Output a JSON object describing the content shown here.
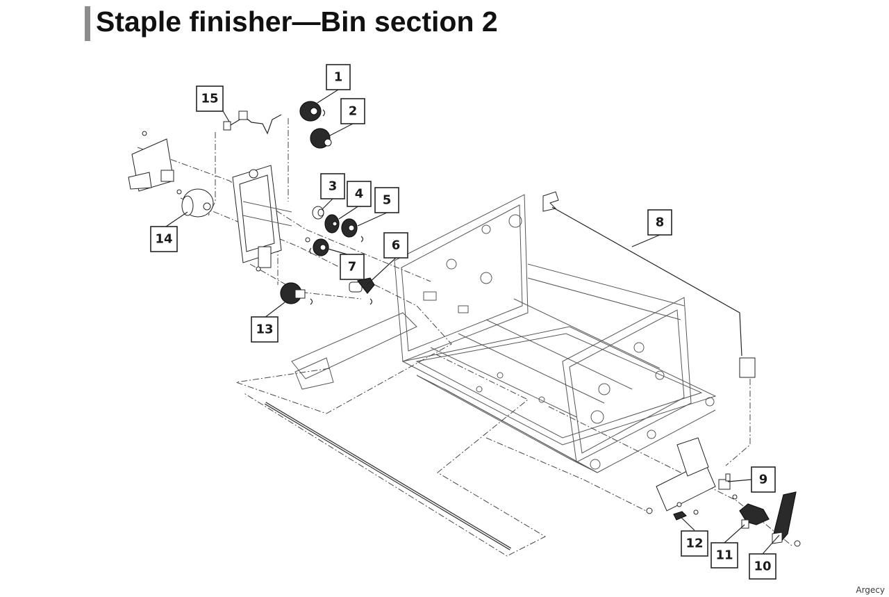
{
  "title": "Staple finisher—Bin section 2",
  "watermark": "Argecy",
  "callouts": [
    {
      "label": "1"
    },
    {
      "label": "2"
    },
    {
      "label": "3"
    },
    {
      "label": "4"
    },
    {
      "label": "5"
    },
    {
      "label": "6"
    },
    {
      "label": "7"
    },
    {
      "label": "8"
    },
    {
      "label": "9"
    },
    {
      "label": "10"
    },
    {
      "label": "11"
    },
    {
      "label": "12"
    },
    {
      "label": "13"
    },
    {
      "label": "14"
    },
    {
      "label": "15"
    }
  ]
}
